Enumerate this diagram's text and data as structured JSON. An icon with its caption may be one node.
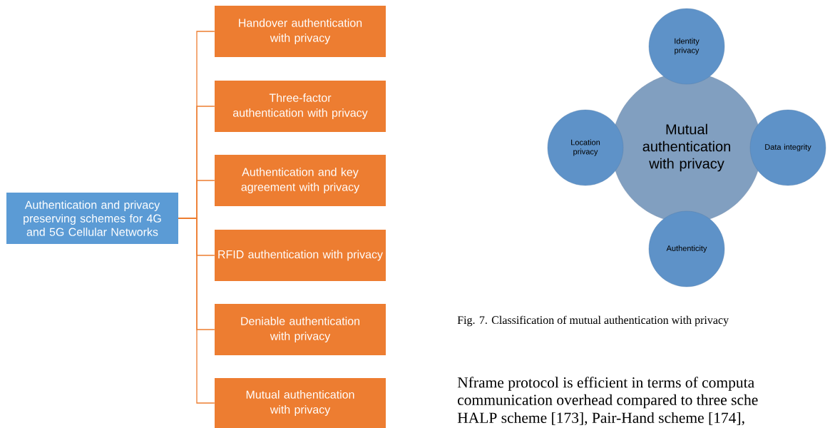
{
  "diagram": {
    "caption": "Fig. 7.  Classification of mutual authentication with privacy",
    "nodes": [
      {
        "text": [
          "Authentication and privacy preserving schemes for 4G and 5G Cellular Networks"
        ]
      },
      {
        "text": [
          "Handover authentication with privacy"
        ]
      },
      {
        "text": [
          "Three-factor authentication with privacy"
        ]
      },
      {
        "text": [
          "Authentication and key agreement with privacy"
        ]
      },
      {
        "text": [
          "RFID authentication with privacy"
        ]
      },
      {
        "text": [
          "Deniable authentication with privacy"
        ]
      },
      {
        "text": [
          "Mutual authentication with privacy"
        ]
      },
      {
        "text": [
          "Mutual authentication with privacy"
        ]
      },
      {
        "text": [
          "Identity privacy"
        ]
      },
      {
        "text": [
          "Location privacy"
        ]
      },
      {
        "text": [
          "Data integrity"
        ]
      },
      {
        "text": [
          "Authenticity"
        ]
      }
    ],
    "edges": [
      {
        "from": 0,
        "to": 1,
        "arrow": "none"
      },
      {
        "from": 0,
        "to": 2,
        "arrow": "none"
      },
      {
        "from": 0,
        "to": 3,
        "arrow": "none"
      },
      {
        "from": 0,
        "to": 4,
        "arrow": "none"
      },
      {
        "from": 0,
        "to": 5,
        "arrow": "none"
      },
      {
        "from": 0,
        "to": 6,
        "arrow": "none"
      }
    ],
    "labels": [
      "Nframe protocol is efficient in terms of computa",
      "communication overhead compared to three sche",
      "HALP scheme [173], Pair-Hand scheme [174],"
    ]
  }
}
